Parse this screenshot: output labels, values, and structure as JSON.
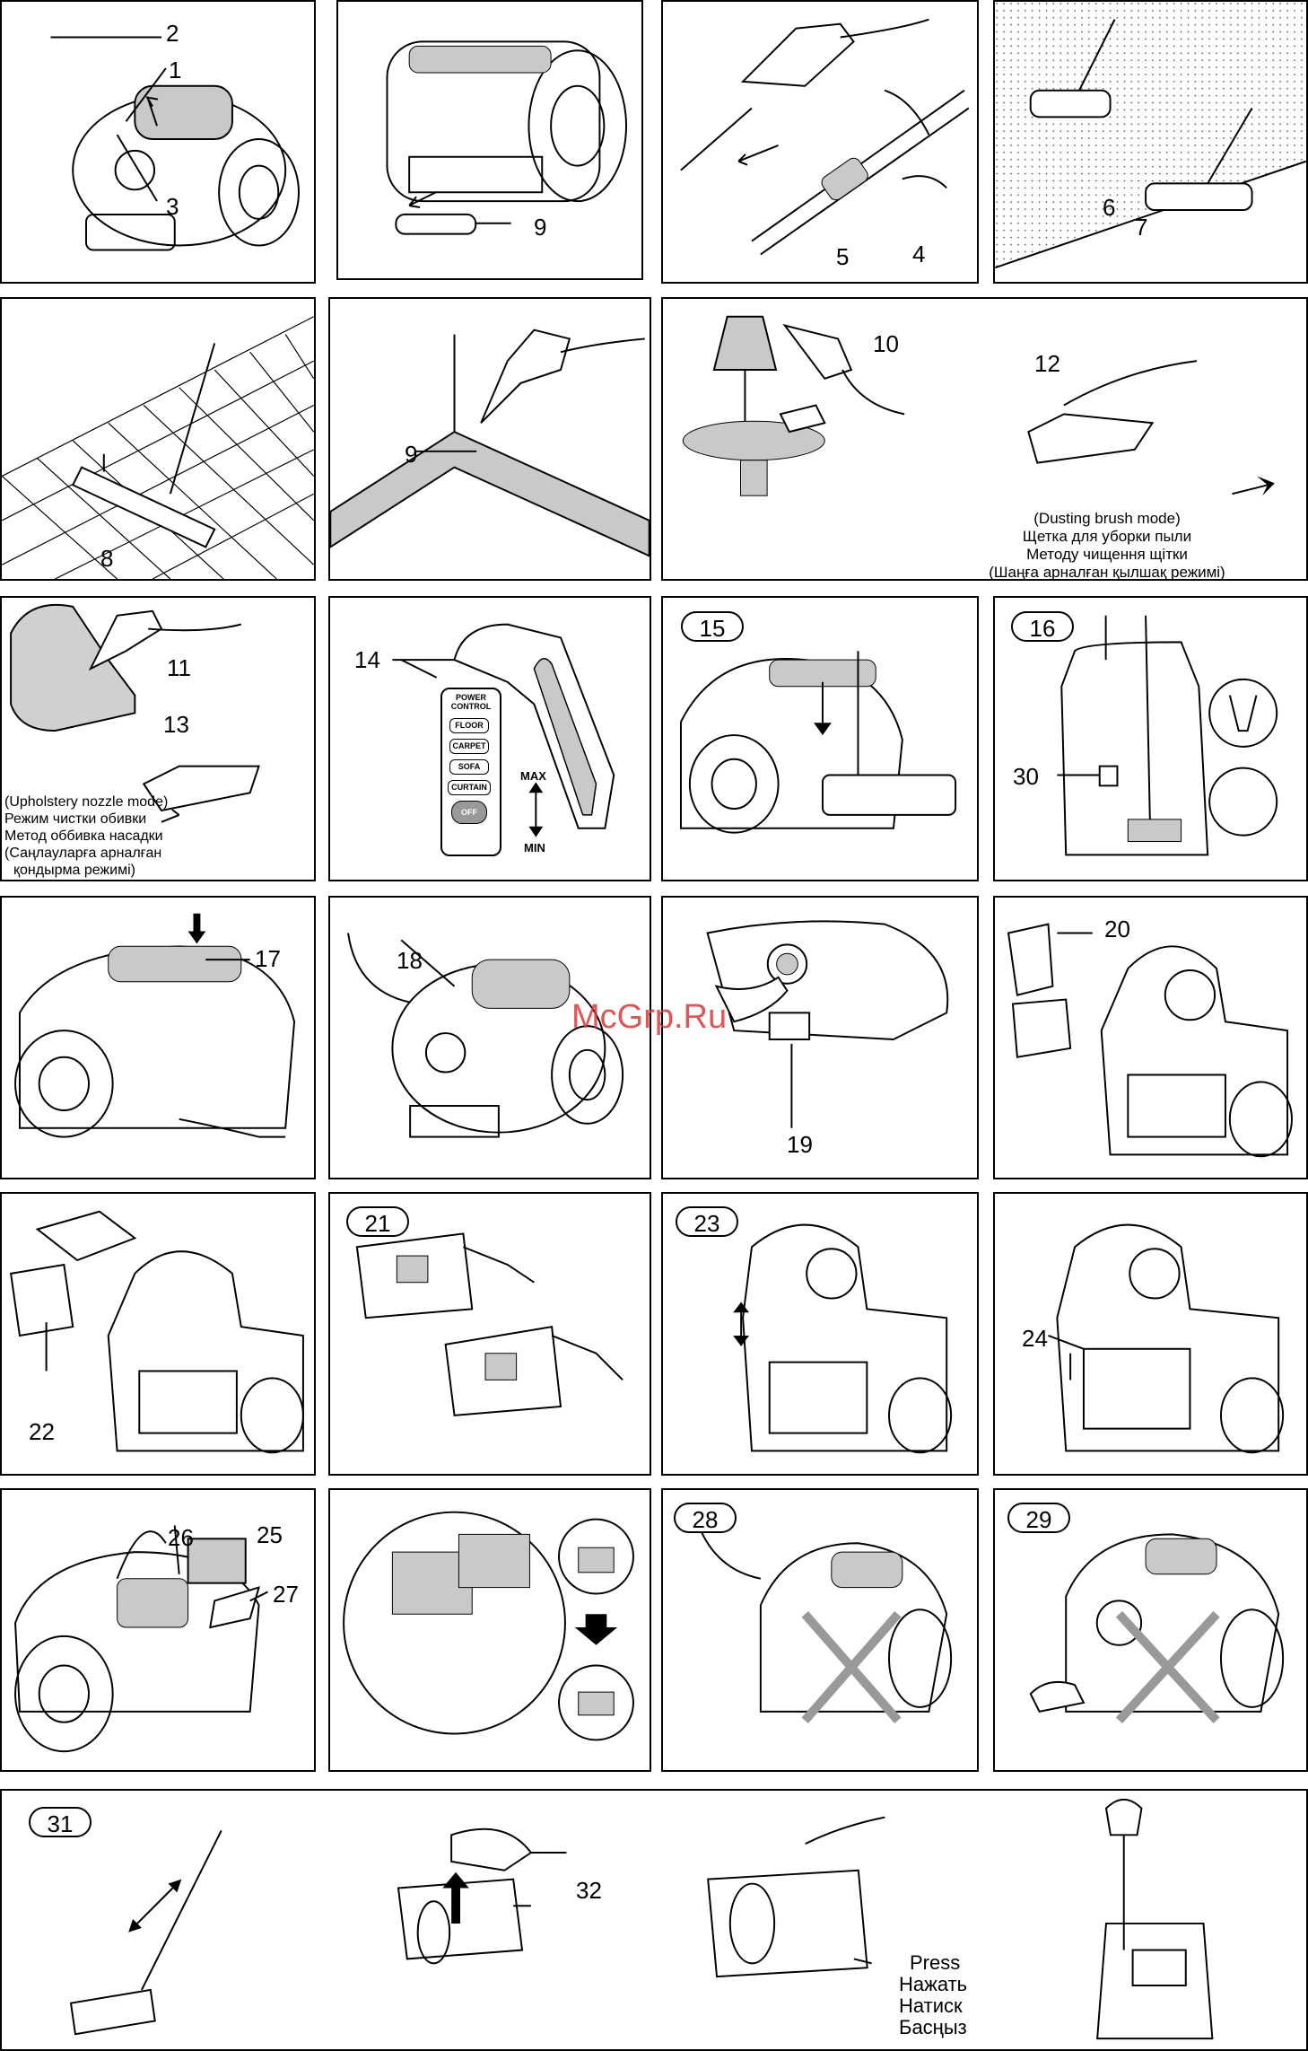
{
  "watermark": "McGrp.Ru",
  "panels": {
    "p1": {
      "labels": [
        "2",
        "1",
        "3"
      ]
    },
    "p2": {
      "labels": [
        "9"
      ]
    },
    "p3": {
      "labels": [
        "5",
        "4"
      ]
    },
    "p4": {
      "labels": [
        "6",
        "7"
      ]
    },
    "p5": {
      "labels": [
        "8"
      ]
    },
    "p6": {
      "labels": [
        "9"
      ]
    },
    "p7": {
      "labels": [
        "10",
        "12"
      ],
      "caption": [
        "(Dusting brush mode)",
        "Щетка для уборки пыли",
        "Методу чищення щітки",
        "(Шаңға арналған қылшақ режимі)"
      ]
    },
    "p8": {
      "labels": [
        "11",
        "13"
      ],
      "caption": [
        "(Upholstery nozzle mode)",
        "Режим чистки обивки",
        "Метод оббивка насадки",
        "(Саңлауларға арналған",
        "қондырма режимі)"
      ]
    },
    "p9": {
      "labels": [
        "14"
      ],
      "control_title": [
        "POWER",
        "CONTROL"
      ],
      "modes": [
        "FLOOR",
        "CARPET",
        "SOFA",
        "CURTAIN",
        "OFF"
      ],
      "max": "MAX",
      "min": "MIN"
    },
    "p10": {
      "badge": "15"
    },
    "p11": {
      "badge": "16",
      "labels": [
        "30"
      ]
    },
    "p12": {
      "labels": [
        "17"
      ]
    },
    "p13": {
      "labels": [
        "18"
      ]
    },
    "p14": {
      "labels": [
        "19"
      ]
    },
    "p15": {
      "labels": [
        "20"
      ]
    },
    "p16": {
      "labels": [
        "22"
      ]
    },
    "p17": {
      "badge": "21"
    },
    "p18": {
      "badge": "23"
    },
    "p19": {
      "labels": [
        "24"
      ]
    },
    "p20": {
      "labels": [
        "26",
        "25",
        "27"
      ]
    },
    "p21": {
      "labels": []
    },
    "p22": {
      "badge": "28"
    },
    "p23": {
      "badge": "29"
    },
    "p24": {
      "badge": "31",
      "labels": [
        "32"
      ],
      "press": [
        "Press",
        "Нажать",
        "Натиск",
        "Басңыз"
      ]
    }
  }
}
